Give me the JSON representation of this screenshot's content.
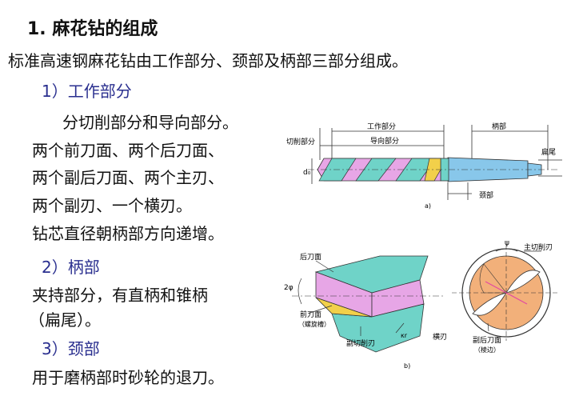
{
  "heading": "1. 麻花钻的组成",
  "intro": "标准高速钢麻花钻由工作部分、颈部及柄部三部分组成。",
  "sections": [
    {
      "title": "1）工作部分",
      "lines": [
        "分切削部分和导向部分。",
        "两个前刀面、两个后刀面、",
        "两个副后刀面、两个主刃、",
        "两个副刃、一个横刃。",
        "钻芯直径朝柄部方向递增。"
      ]
    },
    {
      "title": "2）柄部",
      "lines": [
        "夹持部分，有直柄和锥柄",
        "（扁尾）。"
      ]
    },
    {
      "title": "3）颈部",
      "lines": [
        "用于磨柄部时砂轮的退刀。"
      ]
    }
  ],
  "figure_a": {
    "label": "a)",
    "work_part": "工作部分",
    "shank": "柄部",
    "cutting_part": "切削部分",
    "guide_part": "导向部分",
    "tang": "扁尾",
    "neck": "颈部",
    "diameter": "d₀"
  },
  "figure_b": {
    "label": "b)",
    "rake_face_back": "后刀面",
    "angle": "2φ",
    "front_face": "前刀面",
    "flute": "（螺旋槽）",
    "secondary_edge": "副切削刃",
    "kr": "κr",
    "chisel_edge": "横刃",
    "main_edge": "主切削刃",
    "minor_flank": "副后刀面",
    "margin": "（棱边）",
    "psi": "ψ"
  },
  "colors": {
    "section_title": "#2a2f8f",
    "pink": "#e7a6e6",
    "teal": "#6fd3c8",
    "orange": "#f2b07a",
    "blue": "#88c7ea",
    "yellow": "#f2d04a"
  }
}
